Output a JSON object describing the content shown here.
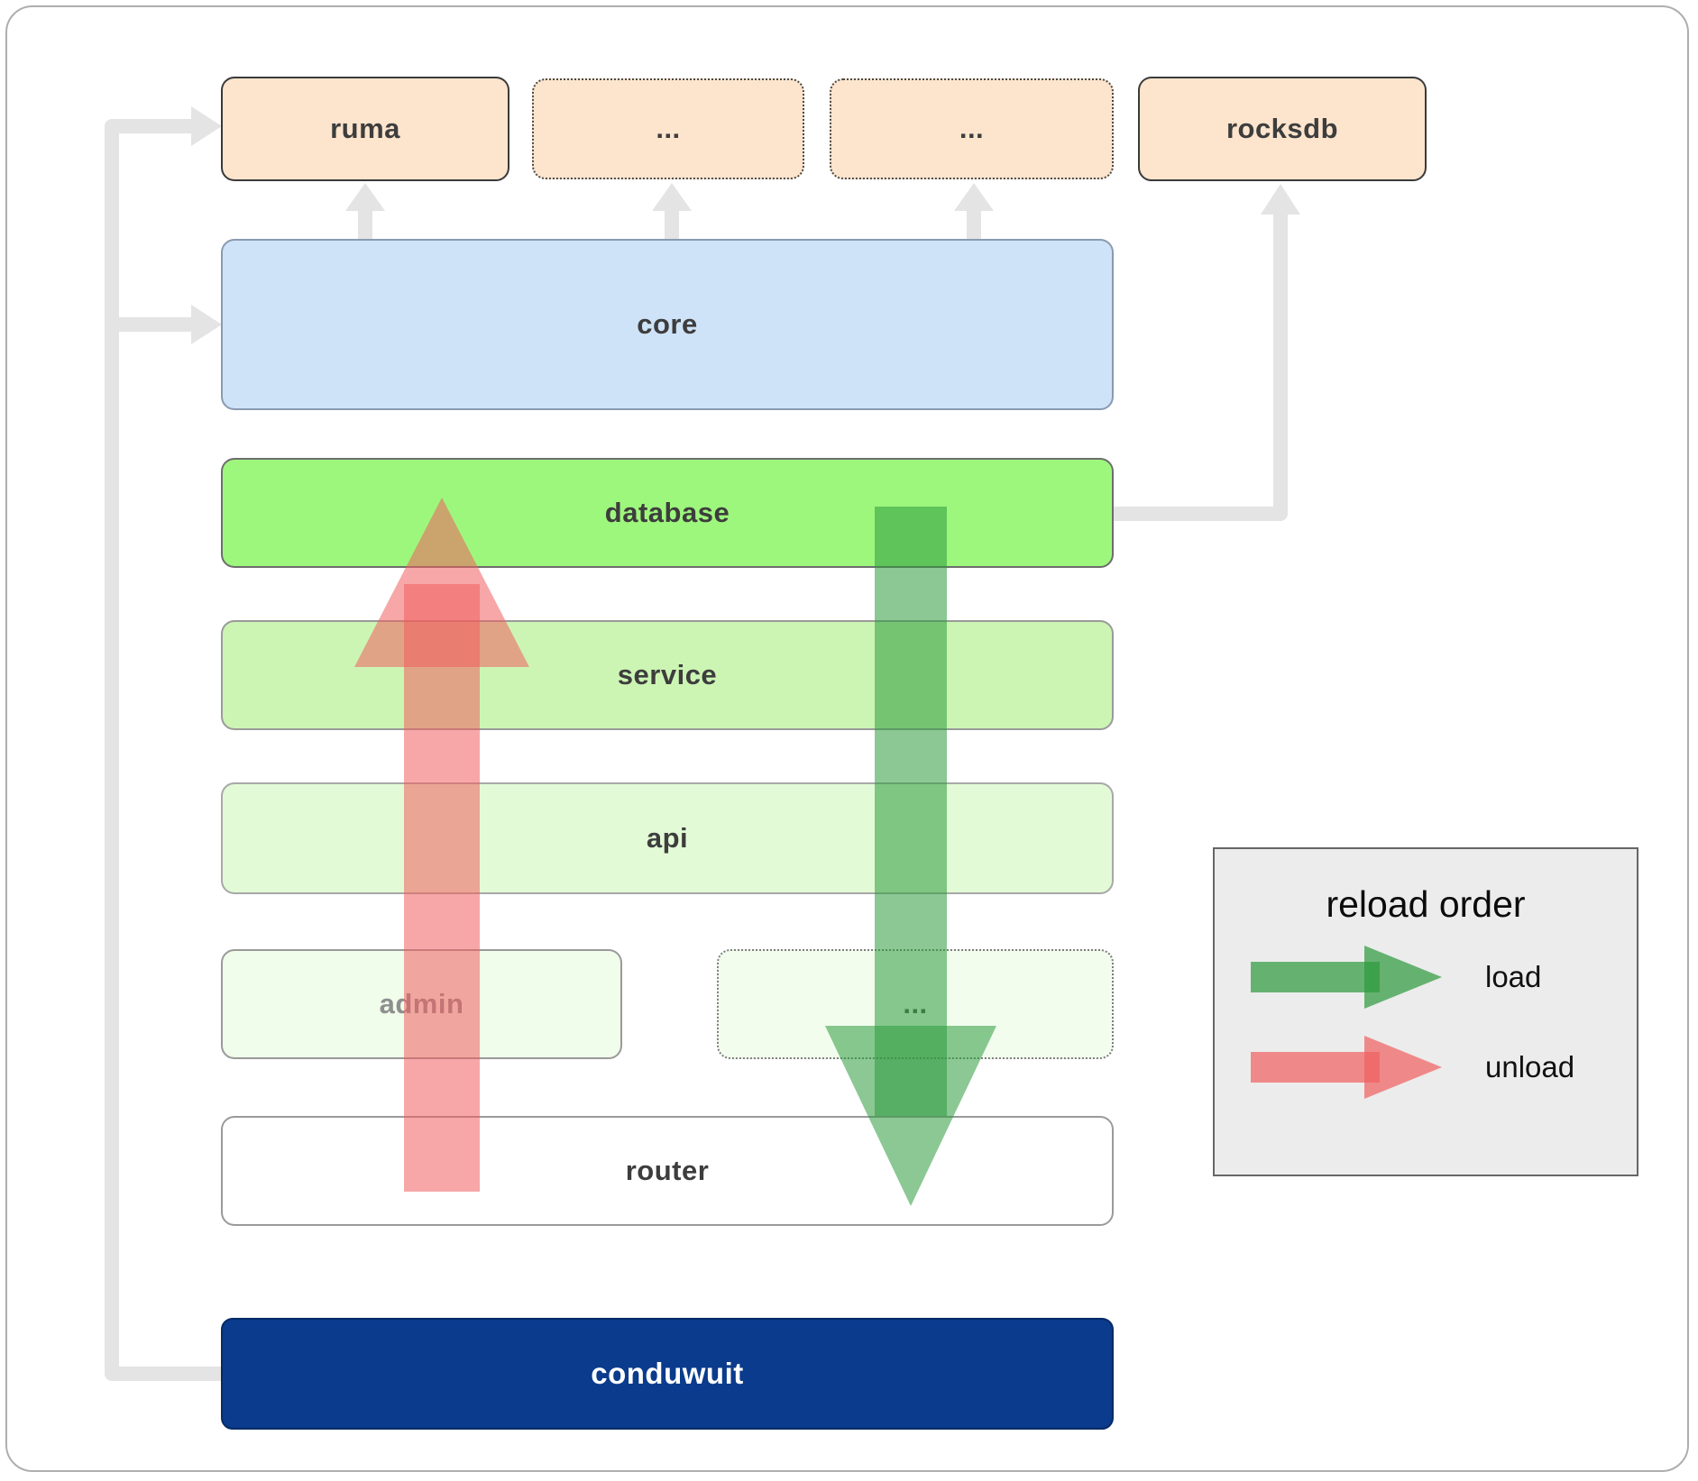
{
  "diagram": {
    "nodes": {
      "ruma": {
        "label": "ruma"
      },
      "dep1": {
        "label": "..."
      },
      "dep2": {
        "label": "..."
      },
      "rocksdb": {
        "label": "rocksdb"
      },
      "core": {
        "label": "core"
      },
      "database": {
        "label": "database"
      },
      "service": {
        "label": "service"
      },
      "api": {
        "label": "api"
      },
      "admin": {
        "label": "admin"
      },
      "more": {
        "label": "..."
      },
      "router": {
        "label": "router"
      },
      "conduwuit": {
        "label": "conduwuit"
      }
    },
    "legend": {
      "title": "reload order",
      "items": [
        {
          "label": "load",
          "color": "#2c9a3c"
        },
        {
          "label": "unload",
          "color": "#f15f5f"
        }
      ]
    },
    "colors": {
      "dependency_fill": "#fce4cd",
      "core_fill": "#cfe3f8",
      "database_fill": "#9ef77d",
      "service_fill": "#ccf5b4",
      "api_fill": "#e3fad6",
      "admin_fill": "#effdea",
      "router_fill": "#ffffff",
      "conduwuit_fill": "#0a3b8c",
      "load_arrow": "#2c9a3c",
      "unload_arrow": "#f15f5f",
      "connector": "#e4e4e4"
    }
  }
}
